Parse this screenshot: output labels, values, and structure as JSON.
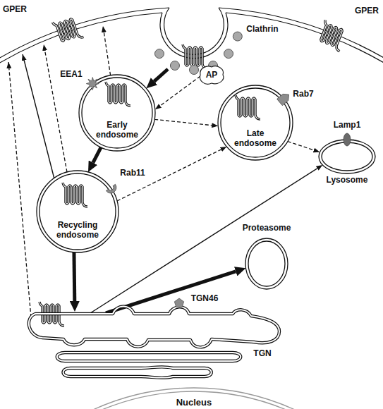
{
  "diagram": {
    "nodes": [
      {
        "text": [
          "Clathrin",
          "AP"
        ]
      },
      {
        "text": [
          "EEA1",
          "Early endosome"
        ]
      },
      {
        "text": [
          "Rab7",
          "Late endosome"
        ]
      },
      {
        "text": [
          "Lamp1",
          "Lysosome"
        ]
      },
      {
        "text": [
          "Rab11",
          "Recycling endosome"
        ]
      },
      {
        "text": [
          "Proteasome"
        ]
      },
      {
        "text": [
          "TGN46",
          "TGN"
        ]
      },
      {
        "text": [
          "Nucleus"
        ]
      }
    ],
    "edges": [
      {
        "from": 0,
        "to": 1,
        "arrow": "to"
      },
      {
        "from": 0,
        "to": 1,
        "arrow": "to"
      },
      {
        "from": 1,
        "to": 4,
        "arrow": "to"
      },
      {
        "from": 1,
        "to": 2,
        "arrow": "to"
      },
      {
        "from": 4,
        "to": 2,
        "arrow": "to"
      },
      {
        "from": 2,
        "to": 3,
        "arrow": "to"
      },
      {
        "from": 4,
        "to": 6,
        "arrow": "to"
      },
      {
        "from": 6,
        "to": 3,
        "arrow": "to"
      },
      {
        "from": 6,
        "to": 5,
        "arrow": "to"
      }
    ],
    "labels": [
      "GPER",
      "GPER"
    ]
  }
}
